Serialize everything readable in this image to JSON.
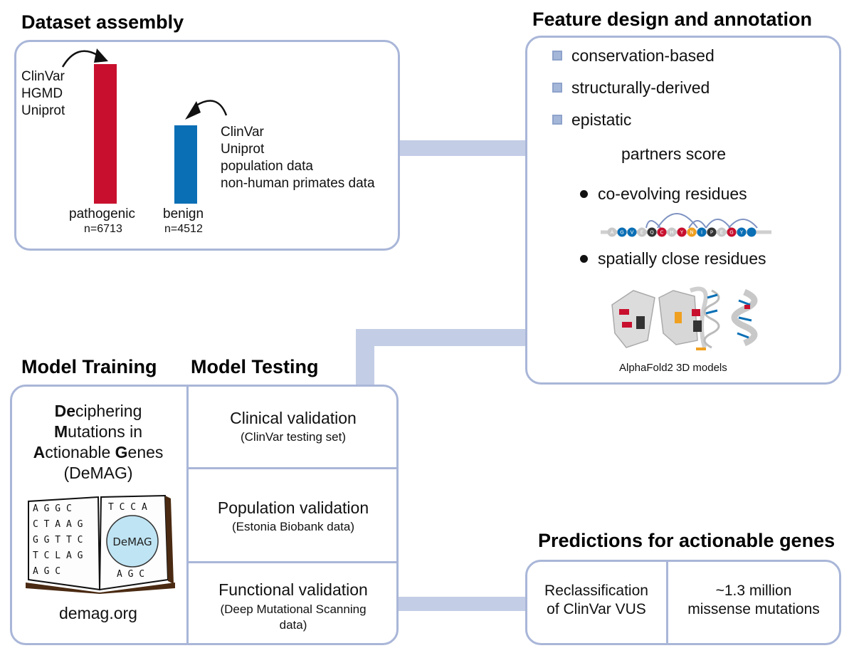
{
  "headings": {
    "dataset": "Dataset assembly",
    "feature": "Feature design and annotation",
    "training": "Model Training",
    "testing": "Model Testing",
    "predictions": "Predictions for actionable genes"
  },
  "dataset": {
    "pathogenic_sources": [
      "ClinVar",
      "HGMD",
      "Uniprot"
    ],
    "benign_sources": [
      "ClinVar",
      "Uniprot",
      "population data",
      "non-human primates data"
    ],
    "pathogenic_label": "pathogenic",
    "pathogenic_n": "n=6713",
    "benign_label": "benign",
    "benign_n": "n=4512",
    "colors": {
      "pathogenic": "#c8102e",
      "benign": "#0a6fb5"
    }
  },
  "features": {
    "items": [
      "conservation-based",
      "structurally-derived",
      "epistatic"
    ],
    "partners_title": "partners score",
    "bullets": [
      "co-evolving residues",
      "spatially close residues"
    ],
    "residues": [
      "A",
      "G",
      "V",
      "E",
      "Q",
      "C",
      "H",
      "Y",
      "N",
      "I",
      "P",
      "E",
      "G",
      "Y"
    ],
    "structure_caption": "AlphaFold2 3D models"
  },
  "training": {
    "name_lines": [
      {
        "bold": "De",
        "rest": "ciphering"
      },
      {
        "bold": "M",
        "rest": "utations in"
      },
      {
        "bold": "A",
        "rest": "ctionable "
      },
      {
        "bold": "",
        "rest": "(DeMAG)"
      }
    ],
    "genes_bold": "G",
    "genes_rest": "enes",
    "book_label": "DeMAG",
    "book_letters_left": [
      "A G G C",
      "C T A A G",
      "G G T T C",
      "T C L A G",
      "A G C"
    ],
    "book_letters_right": [
      "T C C A",
      "A G C"
    ],
    "url": "demag.org"
  },
  "testing": {
    "clinical_title": "Clinical validation",
    "clinical_sub": "(ClinVar testing set)",
    "population_title": "Population validation",
    "population_sub": "(Estonia Biobank data)",
    "functional_title": "Functional validation",
    "functional_sub1": "(Deep Mutational Scanning",
    "functional_sub2": "data)"
  },
  "predictions": {
    "left1": "Reclassification",
    "left2": "of  ClinVar VUS",
    "right1": "~1.3 million",
    "right2": "missense mutations"
  }
}
